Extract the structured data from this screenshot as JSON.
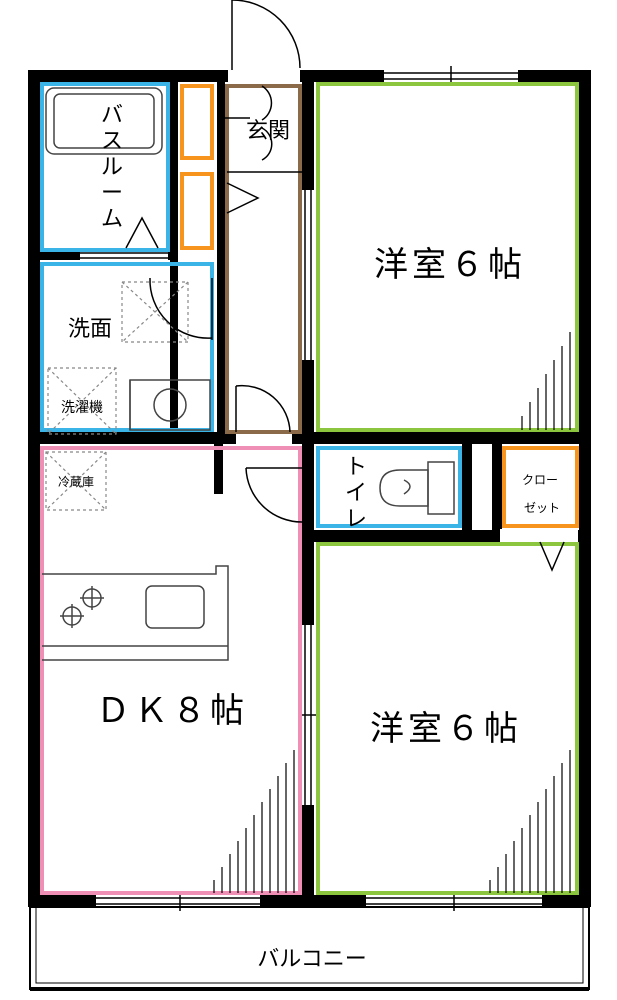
{
  "rooms": {
    "bathroom": "バスルーム",
    "entrance": "玄関",
    "western_room_top": "洋室６帖",
    "washroom": "洗面",
    "washing_machine": "洗濯機",
    "fridge": "冷蔵庫",
    "toilet": "トイレ",
    "closet_line1": "クロー",
    "closet_line2": "ゼット",
    "dk": "ＤＫ８帖",
    "western_room_bottom": "洋室６帖",
    "balcony": "バルコニー"
  },
  "colors": {
    "wall": "#000000",
    "bath_wash_toilet": "#3ab4e6",
    "western_rooms": "#8cc63f",
    "dk": "#ef8fb5",
    "storage": "#f7941d",
    "corridor": "#8b6a4a",
    "fixture_line": "#444444",
    "fixture_dash": "#888888"
  }
}
